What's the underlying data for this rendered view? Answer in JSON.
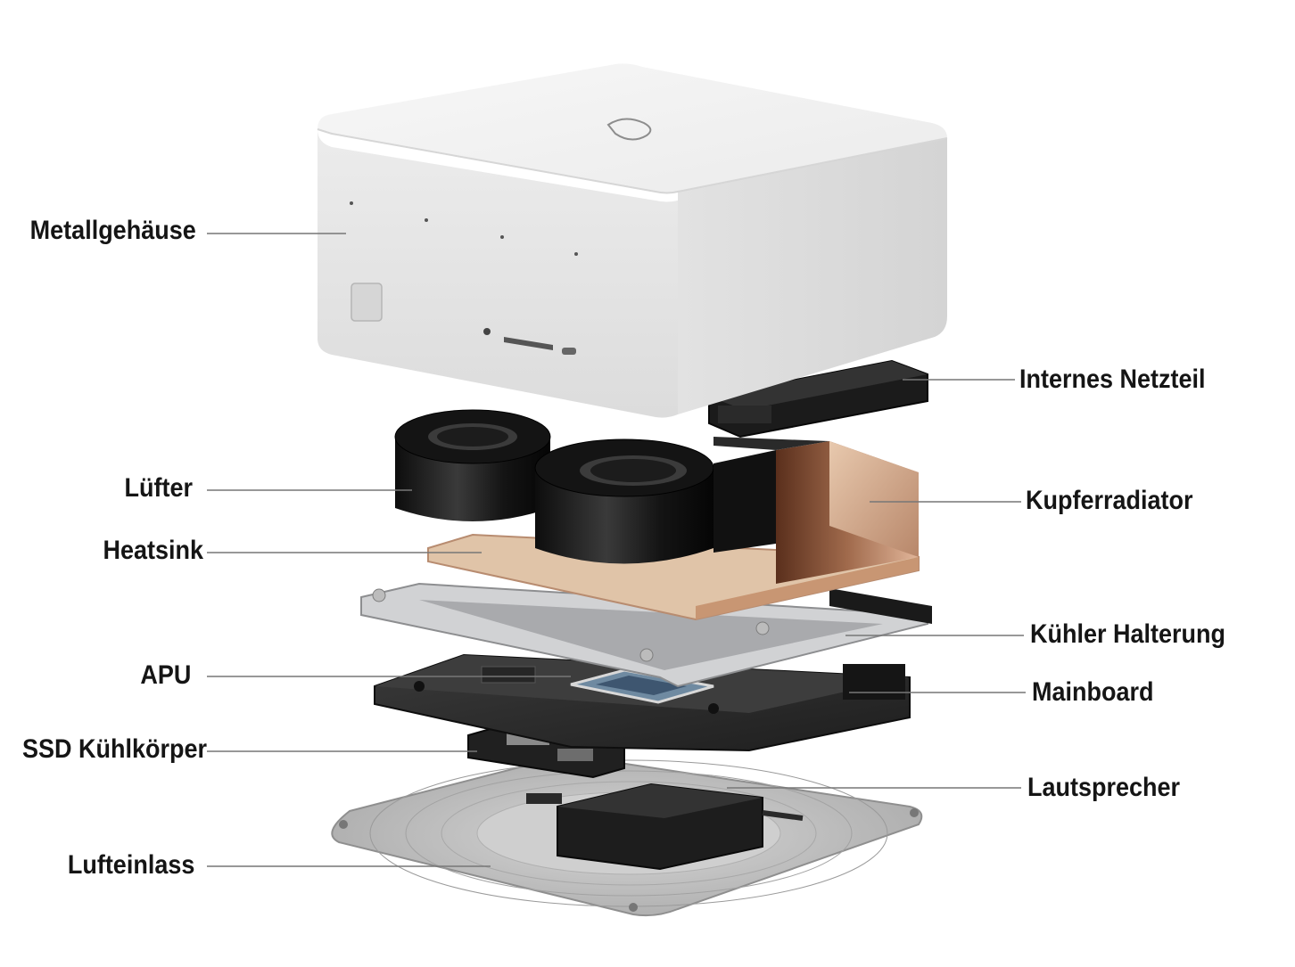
{
  "labels": {
    "metallgehaeuse": "Metallgehäuse",
    "internes_netzteil": "Internes Netzteil",
    "luefter": "Lüfter",
    "kupferradiator": "Kupferradiator",
    "heatsink": "Heatsink",
    "kuehler_halterung": "Kühler Halterung",
    "apu": "APU",
    "mainboard": "Mainboard",
    "ssd_kuehlkoerper": "SSD Kühlkörper",
    "lautsprecher": "Lautsprecher",
    "lufteinlass": "Lufteinlass"
  },
  "colors": {
    "case": "#e9e9e9",
    "fan": "#1a1a1a",
    "copper": "#c8987a",
    "board": "#2b2b2b",
    "bracket": "#c9cacc",
    "intake": "#c3c3c3",
    "leader": "#777777",
    "text": "#151515"
  }
}
